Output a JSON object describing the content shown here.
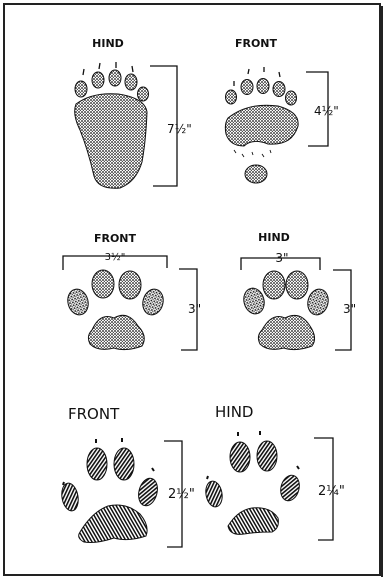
{
  "bear": {
    "hind_label": "HIND",
    "front_label": "FRONT",
    "hind_length": "7½\"",
    "front_length": "4½\""
  },
  "wolf": {
    "front_label": "FRONT",
    "hind_label": "HIND",
    "front_width": "3½\"",
    "front_length": "3\"",
    "hind_width": "3\"",
    "hind_length": "3\""
  },
  "fox": {
    "front_label": "FRONT",
    "hind_label": "HIND",
    "front_length": "2½\"",
    "hind_length": "2¼\""
  },
  "colors": {
    "ink": "#111111",
    "paper": "#ffffff",
    "frame": "#222222"
  }
}
